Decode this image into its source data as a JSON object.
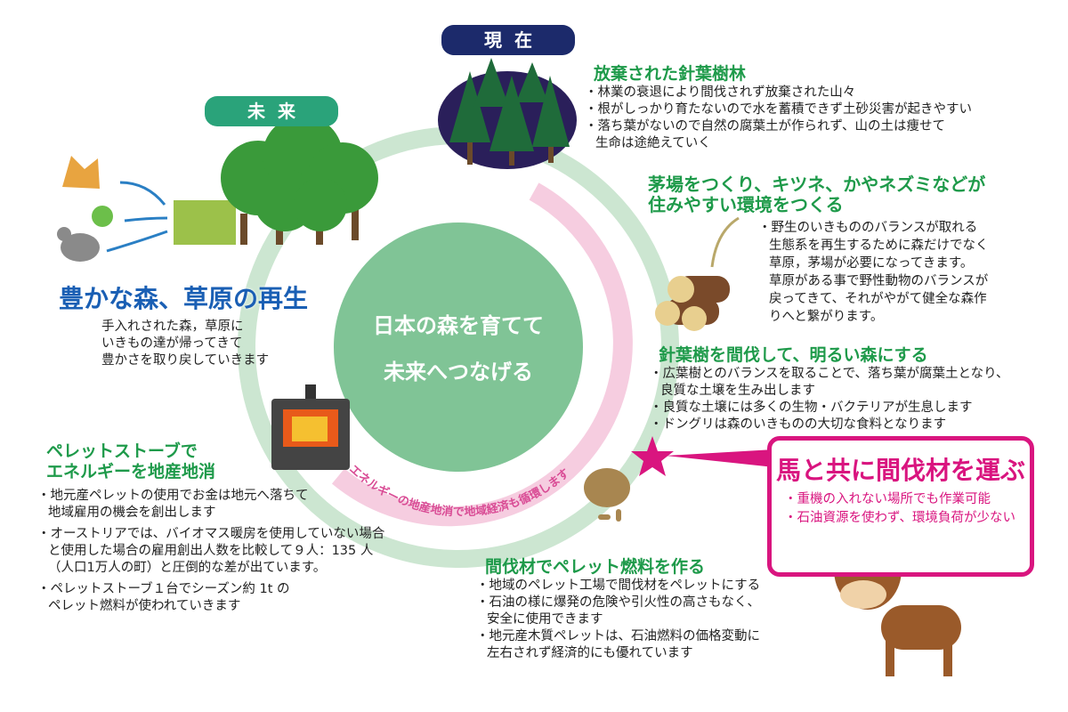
{
  "labels": {
    "present": "現在",
    "future": "未来"
  },
  "center": {
    "line1": "日本の森を育てて",
    "line2": "未来へつなげる"
  },
  "arc_text": "エネルギーの地産地消で地域経済も循環します",
  "sections": {
    "abandoned": {
      "title": "放棄された針葉樹林",
      "items": [
        "・林業の衰退により間伐されず放棄された山々",
        "・根がしっかり育たないので水を蓄積できず土砂災害が起きやすい",
        "・落ち葉がないので自然の腐葉土が作られず、山の土は痩せて",
        "生命は途絶えていく"
      ]
    },
    "grassland": {
      "title1": "茅場をつくり、キツネ、かやネズミなどが",
      "title2": "住みやすい環境をつくる",
      "items": [
        "・野生のいきもののバランスが取れる",
        "生態系を再生するために森だけでなく",
        "草原，茅場が必要になってきます。",
        "草原がある事で野性動物のバランスが",
        "戻ってきて、それがやがて健全な森作",
        "りへと繋がります。"
      ]
    },
    "thinning": {
      "title": "針葉樹を間伐して、明るい森にする",
      "items": [
        "・広葉樹とのバランスを取ることで、落ち葉が腐葉土となり、",
        "良質な土壌を生み出します",
        "・良質な土壌には多くの生物・バクテリアが生息します",
        "・ドングリは森のいきものの大切な食料となります"
      ]
    },
    "horse": {
      "title": "馬と共に間伐材を運ぶ",
      "items": [
        "・重機の入れない場所でも作業可能",
        "・石油資源を使わず、環境負荷が少ない"
      ]
    },
    "pellet_fuel": {
      "title": "間伐材でペレット燃料を作る",
      "items": [
        "・地域のペレット工場で間伐材をペレットにする",
        "・石油の様に爆発の危険や引火性の高さもなく、",
        "安全に使用できます",
        "・地元産木質ペレットは、石油燃料の価格変動に",
        "左右されず経済的にも優れています"
      ]
    },
    "stove": {
      "title1": "ペレットストーブで",
      "title2": "エネルギーを地産地消",
      "items": [
        "・地元産ペレットの使用でお金は地元へ落ちて",
        "地域雇用の機会を創出します",
        "・オーストリアでは、バイオマス暖房を使用していない場合",
        "と使用した場合の雇用創出人数を比較して９人：135 人",
        "（人口1万人の町）と圧倒的な差が出ています。",
        "・ペレットストーブ１台でシーズン約 1t の",
        "ペレット燃料が使われていきます"
      ]
    },
    "rich_forest": {
      "title": "豊かな森、草原の再生",
      "items": [
        "手入れされた森，草原に",
        "いきもの達が帰ってきて",
        "豊かさを取り戻していきます"
      ]
    }
  },
  "colors": {
    "heading": "#1e9a4a",
    "accent": "#d9157f",
    "present_pill": "#1c2a6b",
    "future_pill": "#2aa37a",
    "center_circle": "#80c496",
    "outer_ring": "#cce6d1",
    "inner_ring": "#f6cde0"
  }
}
